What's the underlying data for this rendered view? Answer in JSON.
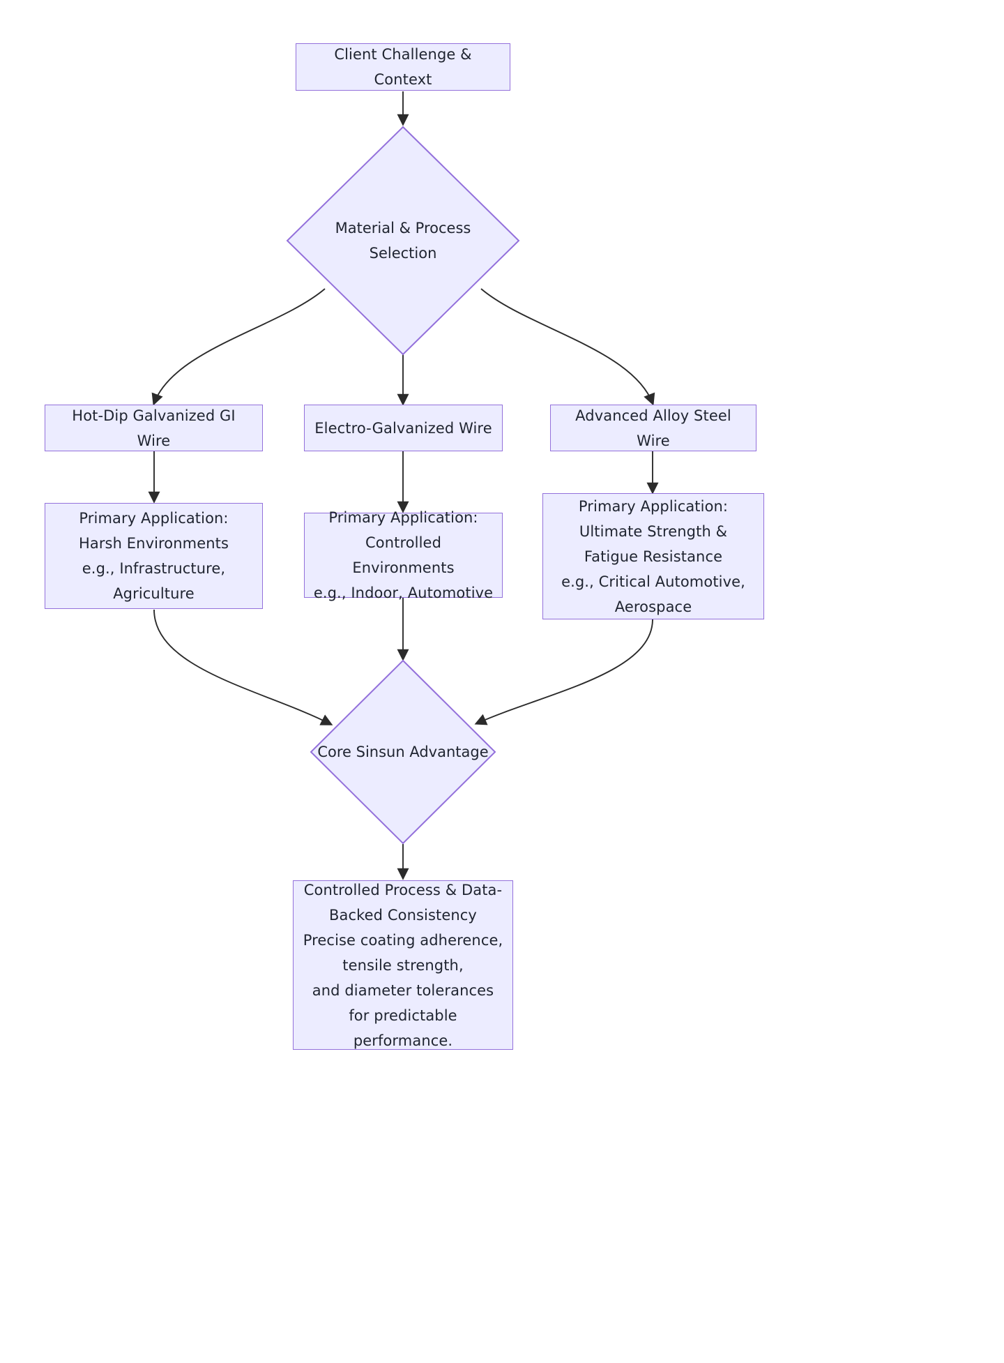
{
  "diagram": {
    "type": "flowchart",
    "direction": "top-to-bottom",
    "theme": {
      "node_fill": "#ececff",
      "node_border": "#9370db",
      "edge_color": "#2b2b2b",
      "text_color": "#1f2430",
      "background": "#ffffff"
    },
    "nodes": [
      {
        "id": "client_challenge",
        "shape": "rectangle",
        "label": "Client Challenge & Context"
      },
      {
        "id": "material_process",
        "shape": "diamond",
        "label": "Material & Process\nSelection"
      },
      {
        "id": "hot_dip",
        "shape": "rectangle",
        "label": "Hot-Dip Galvanized GI Wire"
      },
      {
        "id": "electro",
        "shape": "rectangle",
        "label": "Electro-Galvanized Wire"
      },
      {
        "id": "alloy",
        "shape": "rectangle",
        "label": "Advanced Alloy Steel Wire"
      },
      {
        "id": "app_harsh",
        "shape": "rectangle",
        "label": "Primary Application:\nHarsh Environments\ne.g., Infrastructure,\nAgriculture"
      },
      {
        "id": "app_controlled",
        "shape": "rectangle",
        "label": "Primary Application:\nControlled Environments\ne.g., Indoor, Automotive"
      },
      {
        "id": "app_ultimate",
        "shape": "rectangle",
        "label": "Primary Application:\nUltimate Strength &\nFatigue Resistance\ne.g., Critical Automotive,\nAerospace"
      },
      {
        "id": "core_advantage",
        "shape": "diamond",
        "label": "Core Sinsun Advantage"
      },
      {
        "id": "controlled_process",
        "shape": "rectangle",
        "label": "Controlled Process & Data-\nBacked Consistency\nPrecise coating adherence,\ntensile strength,\nand diameter tolerances\nfor predictable\nperformance."
      }
    ],
    "edges": [
      {
        "from": "client_challenge",
        "to": "material_process"
      },
      {
        "from": "material_process",
        "to": "hot_dip"
      },
      {
        "from": "material_process",
        "to": "electro"
      },
      {
        "from": "material_process",
        "to": "alloy"
      },
      {
        "from": "hot_dip",
        "to": "app_harsh"
      },
      {
        "from": "electro",
        "to": "app_controlled"
      },
      {
        "from": "alloy",
        "to": "app_ultimate"
      },
      {
        "from": "app_harsh",
        "to": "core_advantage"
      },
      {
        "from": "app_controlled",
        "to": "core_advantage"
      },
      {
        "from": "app_ultimate",
        "to": "core_advantage"
      },
      {
        "from": "core_advantage",
        "to": "controlled_process"
      }
    ]
  }
}
